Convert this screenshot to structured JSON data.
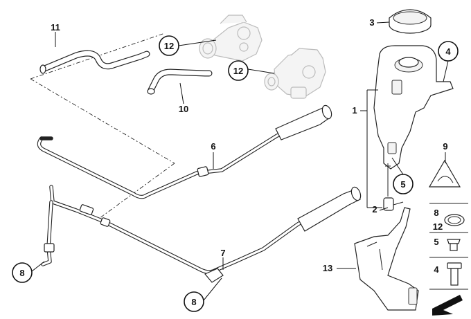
{
  "labels": {
    "l1": "1",
    "l2": "2",
    "l3": "3",
    "l4": "4",
    "l5": "5",
    "l6": "6",
    "l7": "7",
    "l8a": "8",
    "l8b": "8",
    "l9": "9",
    "l10": "10",
    "l11": "11",
    "l12a": "12",
    "l12b": "12",
    "l13": "13"
  },
  "legend": {
    "l8": "8",
    "l12": "12",
    "l5": "5",
    "l4": "4"
  }
}
